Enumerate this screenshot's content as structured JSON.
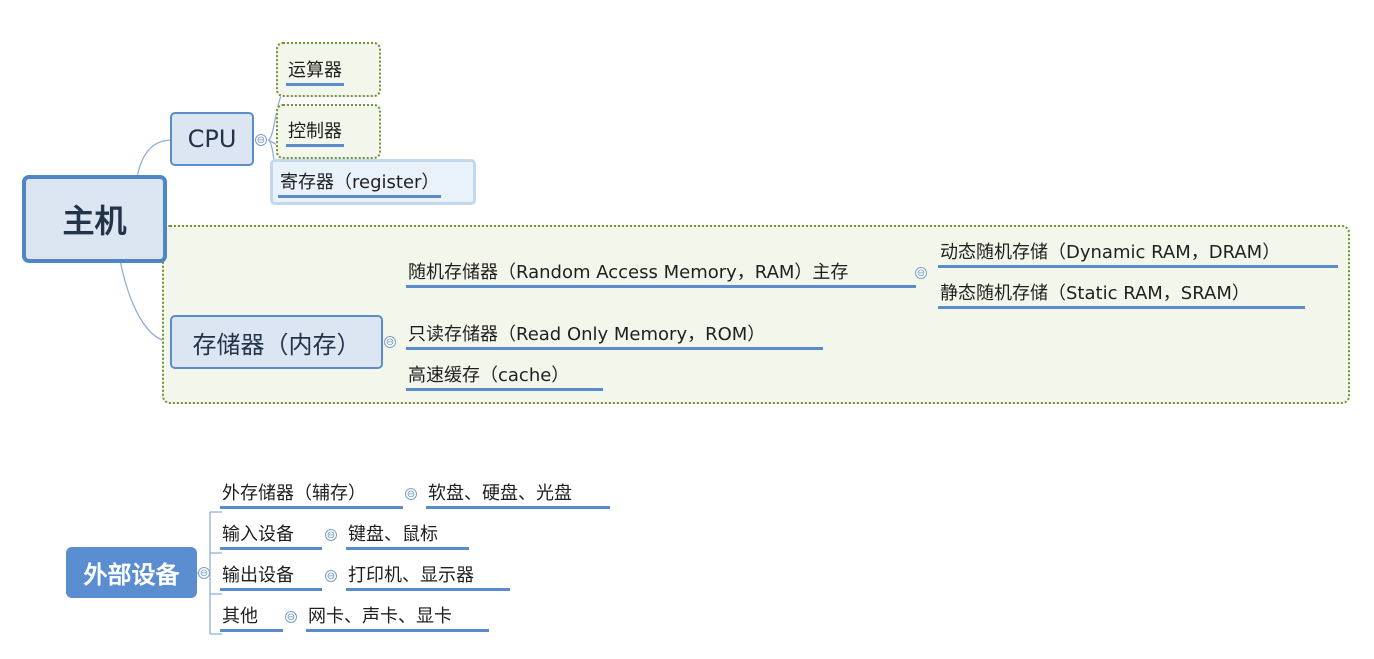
{
  "host": {
    "label": "主机",
    "cpu": {
      "label": "CPU",
      "children": [
        "运算器",
        "控制器",
        "寄存器（register）"
      ]
    },
    "memory": {
      "label": "存储器（内存）",
      "ram": {
        "label": "随机存储器（Random Access Memory，RAM）主存",
        "children": [
          "动态随机存储（Dynamic RAM，DRAM）",
          "静态随机存储（Static RAM，SRAM）"
        ]
      },
      "rom": "只读存储器（Read Only Memory，ROM）",
      "cache": "高速缓存（cache）"
    }
  },
  "external": {
    "label": "外部设备",
    "items": [
      {
        "label": "外存储器（辅存）",
        "detail": "软盘、硬盘、光盘"
      },
      {
        "label": "输入设备",
        "detail": "键盘、鼠标"
      },
      {
        "label": "输出设备",
        "detail": "打印机、显示器"
      },
      {
        "label": "其他",
        "detail": "网卡、声卡、显卡"
      }
    ]
  },
  "toggle_glyph": "⊖",
  "colors": {
    "node_fill": "#dce6f3",
    "node_border": "#5b8ccc",
    "group_border": "#77913b",
    "group_fill": "#f3f6ea",
    "external_fill": "#5b8ed0",
    "connector": "#8fb0d8"
  }
}
